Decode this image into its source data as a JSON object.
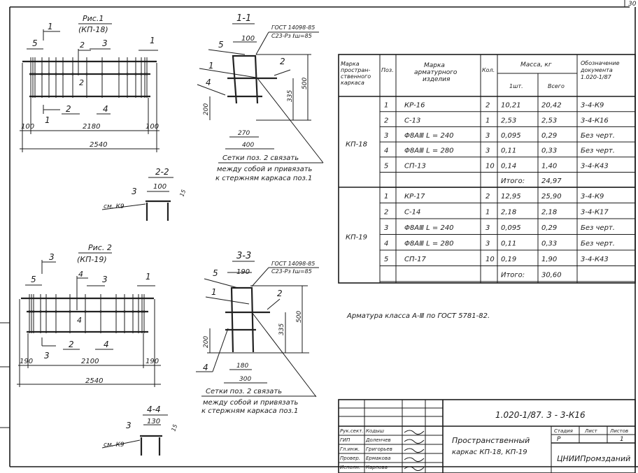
{
  "sheet_number": "30",
  "fig1": {
    "title": "Рис.1",
    "subtitle": "(КП-18)",
    "section_marks": [
      "1",
      "1",
      "2",
      "2"
    ],
    "pos_labels": [
      "5",
      "2",
      "3",
      "1",
      "2",
      "4"
    ],
    "dims": {
      "left": "100",
      "mid": "2180",
      "right": "100",
      "total": "2540"
    }
  },
  "sec11": {
    "title": "1-1",
    "gost1": "ГОСТ 14098-85",
    "gost2": "С23-Рз ℓш=85",
    "pos": [
      "5",
      "1",
      "4",
      "2"
    ],
    "dims": {
      "top": "100",
      "h200": "200",
      "h335": "335",
      "h500": "500",
      "b270": "270",
      "b400": "400"
    },
    "note": [
      "Сетки поз. 2 связать",
      "между собой и привязать",
      "к стержням каркаса поз.1"
    ]
  },
  "sec22": {
    "title": "2-2",
    "pos": "3",
    "ref": "см. К9",
    "dim_w": "100",
    "dim_h": "15"
  },
  "fig2": {
    "title": "Рис. 2",
    "subtitle": "(КП-19)",
    "section_marks": [
      "3",
      "3",
      "4",
      "4"
    ],
    "pos_labels": [
      "5",
      "3",
      "1",
      "2",
      "4"
    ],
    "dims": {
      "left": "190",
      "mid": "2100",
      "right": "190",
      "total": "2540"
    }
  },
  "sec33": {
    "title": "3-3",
    "gost1": "ГОСТ 14098-85",
    "gost2": "С23-Рз ℓш=85",
    "pos": [
      "5",
      "1",
      "2",
      "4"
    ],
    "dims": {
      "top": "190",
      "h200": "200",
      "h335": "335",
      "h500": "500",
      "b180": "180",
      "b300": "300"
    },
    "note": [
      "Сетки поз. 2 связать",
      "между собой и привязать",
      "к стержням каркаса поз.1"
    ]
  },
  "sec44": {
    "title": "4-4",
    "pos": "3",
    "ref": "см. К9",
    "dim_w": "130",
    "dim_h": "15"
  },
  "table": {
    "headers": {
      "frame_mark": [
        "Марка",
        "простран-",
        "ственного",
        "каркаса"
      ],
      "pos": "Поз.",
      "item_mark": [
        "Марка",
        "арматурного",
        "изделия"
      ],
      "qty": "Кол.",
      "mass": "Масса, кг",
      "mass_unit": "1шт.",
      "mass_total": "Всего",
      "doc": [
        "Обозначение",
        "документа",
        "1.020-1/87"
      ]
    },
    "groups": [
      {
        "frame": "КП-18",
        "rows": [
          {
            "pos": "1",
            "item": "КР-16",
            "qty": "2",
            "unit": "10,21",
            "total": "20,42",
            "doc": "3-4-К9"
          },
          {
            "pos": "2",
            "item": "С-13",
            "qty": "1",
            "unit": "2,53",
            "total": "2,53",
            "doc": "3-4-К16"
          },
          {
            "pos": "3",
            "item": "Φ8АⅢ  L = 240",
            "qty": "3",
            "unit": "0,095",
            "total": "0,29",
            "doc": "Без черт."
          },
          {
            "pos": "4",
            "item": "Φ8АⅢ  L = 280",
            "qty": "3",
            "unit": "0,11",
            "total": "0,33",
            "doc": "Без черт."
          },
          {
            "pos": "5",
            "item": "СП-13",
            "qty": "10",
            "unit": "0,14",
            "total": "1,40",
            "doc": "3-4-К43"
          }
        ],
        "total_label": "Итого:",
        "total": "24,97"
      },
      {
        "frame": "КП-19",
        "rows": [
          {
            "pos": "1",
            "item": "КР-17",
            "qty": "2",
            "unit": "12,95",
            "total": "25,90",
            "doc": "3-4-К9"
          },
          {
            "pos": "2",
            "item": "С-14",
            "qty": "1",
            "unit": "2,18",
            "total": "2,18",
            "doc": "3-4-К17"
          },
          {
            "pos": "3",
            "item": "Φ8АⅢ L = 240",
            "qty": "3",
            "unit": "0,095",
            "total": "0,29",
            "doc": "Без черт."
          },
          {
            "pos": "4",
            "item": "Φ8АⅢ L = 280",
            "qty": "3",
            "unit": "0,11",
            "total": "0,33",
            "doc": "Без черт."
          },
          {
            "pos": "5",
            "item": "СП-17",
            "qty": "10",
            "unit": "0,19",
            "total": "1,90",
            "doc": "3-4-К43"
          }
        ],
        "total_label": "Итого:",
        "total": "30,60"
      }
    ]
  },
  "note": "Арматура класса А-Ⅲ по ГОСТ 5781-82.",
  "title_block": {
    "code": "1.020-1/87. 3 - 3-К16",
    "roles": [
      "Рук.сект.",
      "ГИП",
      "Гл.инж.",
      "Провер.",
      "Исполн."
    ],
    "names": [
      "Кодыш",
      "Доленчев",
      "Григорьев",
      "Ермакова",
      "Карпова"
    ],
    "title": [
      "Пространственный",
      "каркас  КП-18, КП-19"
    ],
    "stage_label": "Стадия",
    "sheet_label": "Лист",
    "sheets_label": "Листов",
    "stage": "Р",
    "sheet": "",
    "sheets": "1",
    "org": "ЦНИИПромзданий"
  }
}
